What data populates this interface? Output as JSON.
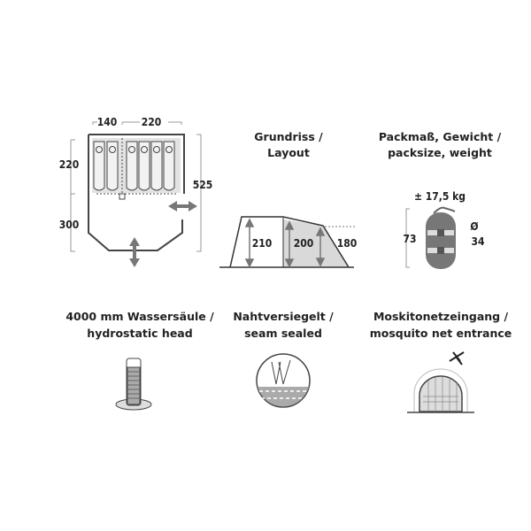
{
  "floorplan": {
    "width_left": "140",
    "width_right": "220",
    "depth_bedroom": "220",
    "depth_living": "300",
    "total_length": "525"
  },
  "layout": {
    "title_line1": "Grundriss /",
    "title_line2": "Layout",
    "height_front": "210",
    "height_middle": "200",
    "height_rear": "180"
  },
  "pack": {
    "title_line1": "Packmaß, Gewicht /",
    "title_line2": "packsize, weight",
    "weight": "± 17,5 kg",
    "length": "73",
    "diameter_symbol": "Ø",
    "diameter": "34"
  },
  "features": [
    {
      "line1": "4000 mm Wassersäule /",
      "line2": "hydrostatic head"
    },
    {
      "line1": "Nahtversiegelt /",
      "line2": "seam sealed"
    },
    {
      "line1": "Moskitonetzeingang /",
      "line2": "mosquito net entrance"
    }
  ],
  "colors": {
    "line": "#444444",
    "fill": "#d9d9d9",
    "dim": "#888888"
  }
}
